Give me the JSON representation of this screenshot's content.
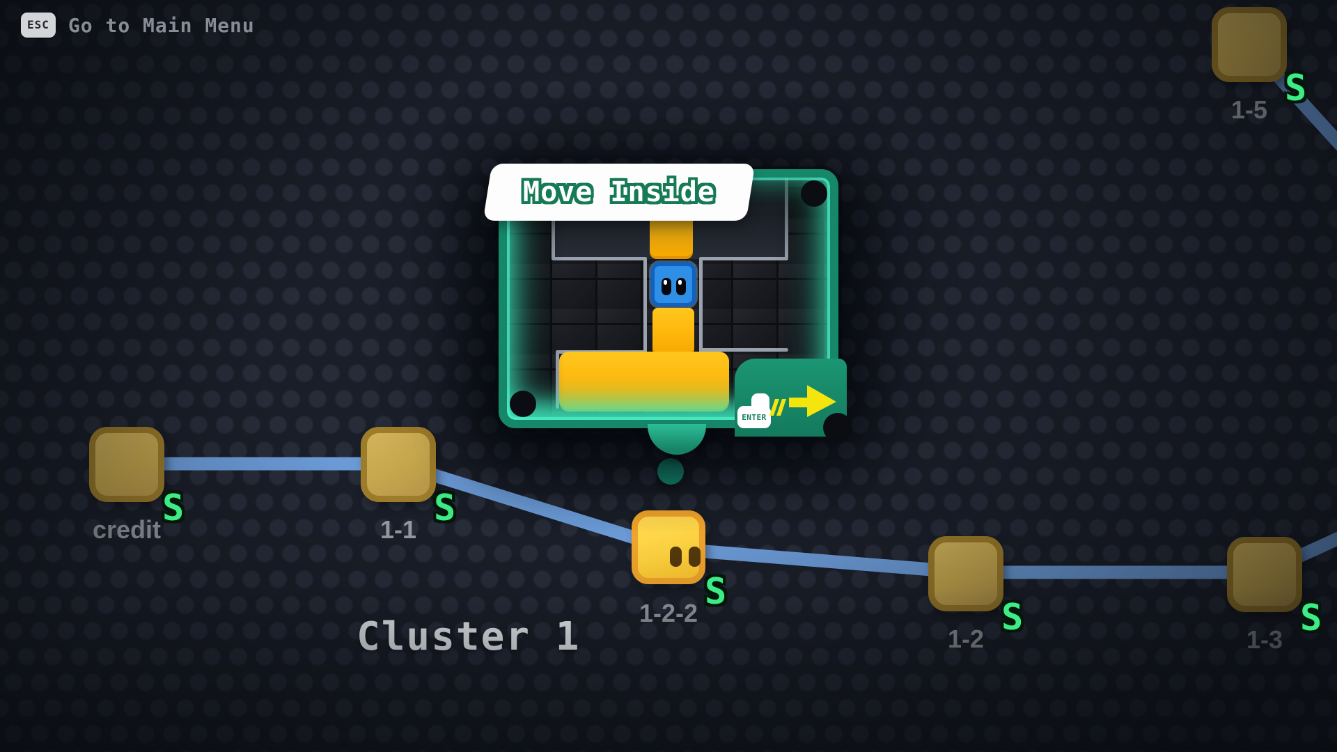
{
  "header": {
    "esc_key": "ESC",
    "menu_label": "Go to Main Menu"
  },
  "cluster": {
    "title": "Cluster 1"
  },
  "preview": {
    "title": "Move Inside",
    "enter_key_label": "ENTER",
    "enter_icon": "arrow-right",
    "player_icon": "blue-block-with-eyes"
  },
  "nodes": [
    {
      "id": "credit",
      "label": "credit",
      "badge": "S",
      "selected": false
    },
    {
      "id": "1-1",
      "label": "1-1",
      "badge": "S",
      "selected": false
    },
    {
      "id": "1-2-2",
      "label": "1-2-2",
      "badge": "S",
      "selected": true
    },
    {
      "id": "1-2",
      "label": "1-2",
      "badge": "S",
      "selected": false
    },
    {
      "id": "1-3",
      "label": "1-3",
      "badge": "S",
      "selected": false
    },
    {
      "id": "1-5",
      "label": "1-5",
      "badge": "S",
      "selected": false
    }
  ],
  "colors": {
    "background": "#1a1e28",
    "dot": "#272c39",
    "path_blue": "#6b9ad6",
    "node_gold": "#c6a74d",
    "node_gold_border": "#9d7c2a",
    "node_selected": "#ffd23e",
    "node_selected_border": "#f0a42c",
    "badge_green": "#3dec84",
    "frame_green": "#17876a",
    "frame_glow": "#3eebbe",
    "piece_yellow": "#ffb60b",
    "player_blue": "#2f8fe7",
    "label_gray": "#989da5"
  }
}
